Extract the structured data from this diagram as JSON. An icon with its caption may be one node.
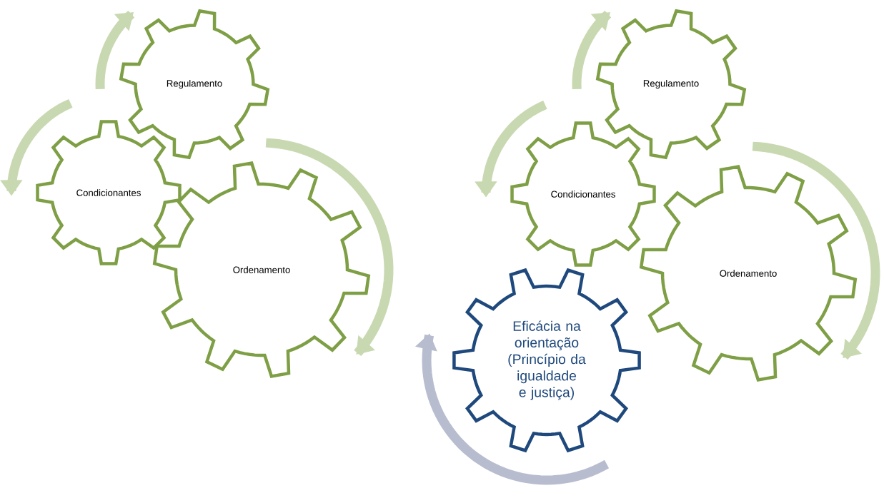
{
  "diagram": {
    "nodes": [
      {
        "text": [
          "Regulamento"
        ]
      },
      {
        "text": [
          "Condicionantes"
        ]
      },
      {
        "text": [
          "Ordenamento"
        ]
      },
      {
        "text": [
          "Regulamento"
        ]
      },
      {
        "text": [
          "Condicionantes"
        ]
      },
      {
        "text": [
          "Ordenamento"
        ]
      },
      {
        "text": [
          "Eficácia na orientação (Princípio da igualdade e justiça)"
        ]
      }
    ]
  }
}
